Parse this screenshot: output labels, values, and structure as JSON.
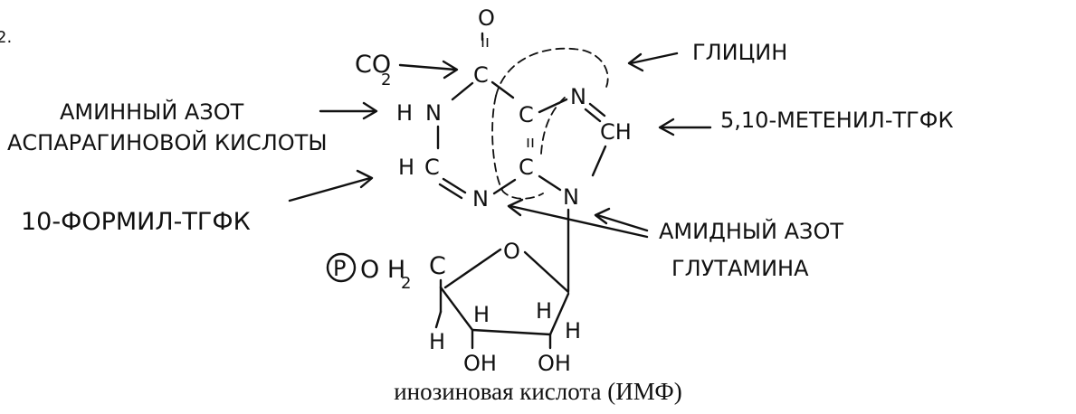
{
  "figure_number": "2.",
  "caption": "инозиновая кислота (ИМФ)",
  "sources": {
    "co2": "CO",
    "co2_sub": "2",
    "glycine": "ГЛИЦИН",
    "aspartate_line1": "АМИННЫЙ АЗОТ",
    "aspartate_line2": "АСПАРАГИНОВОЙ КИСЛОТЫ",
    "methenyl_thf": "5,10-МЕТЕНИЛ-ТГФК",
    "formyl_thf": "10-ФОРМИЛ-ТГФК",
    "glutamine_line1": "АМИДНЫЙ АЗОТ",
    "glutamine_line2": "ГЛУТАМИНА"
  },
  "atoms": {
    "o_top": "O",
    "c_top": "C",
    "h_n1": "H",
    "n1": "N",
    "c5": "C",
    "n7": "N",
    "ch8": "CH",
    "h_c2": "H",
    "c2": "C",
    "c4": "C",
    "n3": "N",
    "n9": "N",
    "phosphate": "P",
    "o_h2": "O H",
    "h2_sub": "2",
    "c5p": "C",
    "ring_o": "O",
    "h_a": "H",
    "h_b": "H",
    "h_c": "H",
    "h_d": "H",
    "oh_1": "OH",
    "oh_2": "OH"
  }
}
